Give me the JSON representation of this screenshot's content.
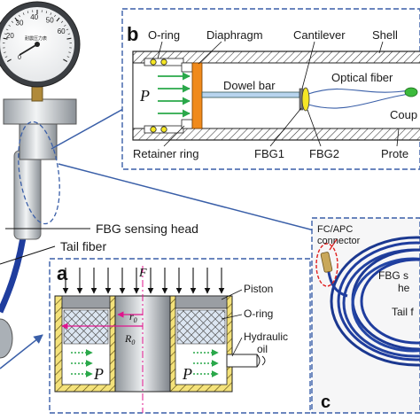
{
  "gauge": {
    "ticks": [
      "20",
      "30",
      "40",
      "50",
      "60"
    ],
    "zero": "0",
    "dial_text": "耐震压力表"
  },
  "panel_b": {
    "letter": "b",
    "labels": {
      "oring": "O-ring",
      "diaphragm": "Diaphragm",
      "cantilever": "Cantilever",
      "shell": "Shell",
      "pressure": "P",
      "dowel_bar": "Dowel bar",
      "optical_fiber": "Optical fiber",
      "coupler": "Coup",
      "retainer_ring": "Retainer ring",
      "fbg1": "FBG1",
      "fbg2": "FBG2",
      "protective": "Prote"
    }
  },
  "callouts": {
    "sensing_head": "FBG sensing head",
    "tail_fiber": "Tail fiber"
  },
  "panel_a": {
    "letter": "a",
    "labels": {
      "force": "F",
      "piston": "Piston",
      "oring": "O-ring",
      "r0": "r",
      "r0_sub": "0",
      "R0": "R",
      "R0_sub": "0",
      "pressure": "P",
      "hydraulic": "Hydraulic",
      "oil": "oil"
    }
  },
  "panel_c": {
    "letter": "c",
    "labels": {
      "connector_line1": "FC/APC",
      "connector_line2": "connector",
      "sensing_line1": "FBG s",
      "sensing_line2": "he",
      "tail": "Tail f"
    }
  },
  "colors": {
    "accent_blue": "#3a5fa8",
    "diaphragm_orange": "#f08a1c",
    "fbg_yellow": "#f5e625",
    "arrow_green": "#2aa84a",
    "radius_magenta": "#e0148c",
    "coupler_green": "#3cba3c",
    "cable_blue": "#1f3d9e"
  }
}
